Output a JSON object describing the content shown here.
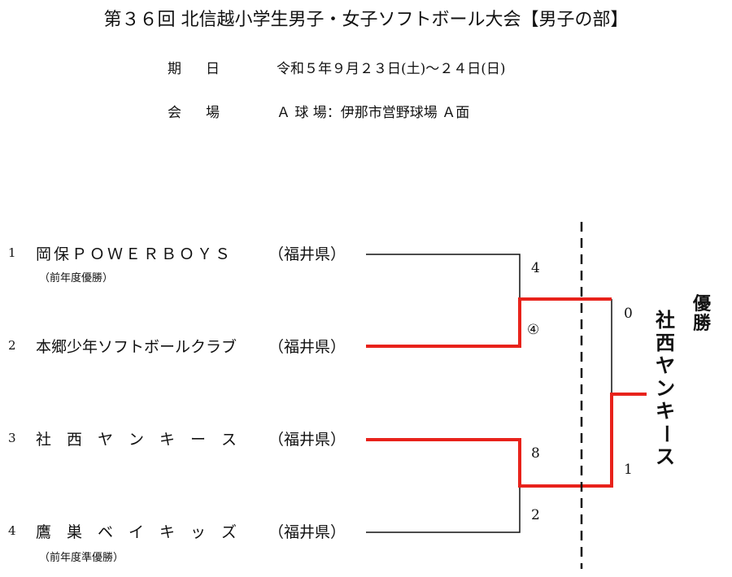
{
  "title": "第３６回 北信越小学生男子・女子ソフトボール大会【男子の部】",
  "info": {
    "date_label": "期日",
    "date_value": "令和５年９月２３日(土)～２４日(日)",
    "venue_label": "会場",
    "venue_value": "Ａ 球 場：伊那市営野球場 Ａ面"
  },
  "teams": [
    {
      "seed": "1",
      "name": "岡保ＰＯＷＥＲＢＯＹＳ",
      "pref": "（福井県）",
      "note": "（前年度優勝）"
    },
    {
      "seed": "2",
      "name": "本郷少年ソフトボールクラブ",
      "pref": "（福井県）",
      "note": ""
    },
    {
      "seed": "3",
      "name": "社　西　ヤ　ン　キ　ー　ス",
      "pref": "（福井県）",
      "note": ""
    },
    {
      "seed": "4",
      "name": "鷹　巣　ベ　イ　キ　ッ　ズ",
      "pref": "（福井県）",
      "note": "（前年度準優勝）"
    }
  ],
  "scores": {
    "match1_team1": "4",
    "match1_team2": "④",
    "match2_team3": "8",
    "match2_team4": "2",
    "final_top": "0",
    "final_bottom": "1"
  },
  "winner": {
    "heading_chars": [
      "優",
      "勝"
    ],
    "name_chars": [
      "社",
      "西",
      "ヤ",
      "ン",
      "キ",
      "ー",
      "ス"
    ]
  },
  "colors": {
    "winner_line": "#e8221b",
    "normal_line": "#111111"
  }
}
